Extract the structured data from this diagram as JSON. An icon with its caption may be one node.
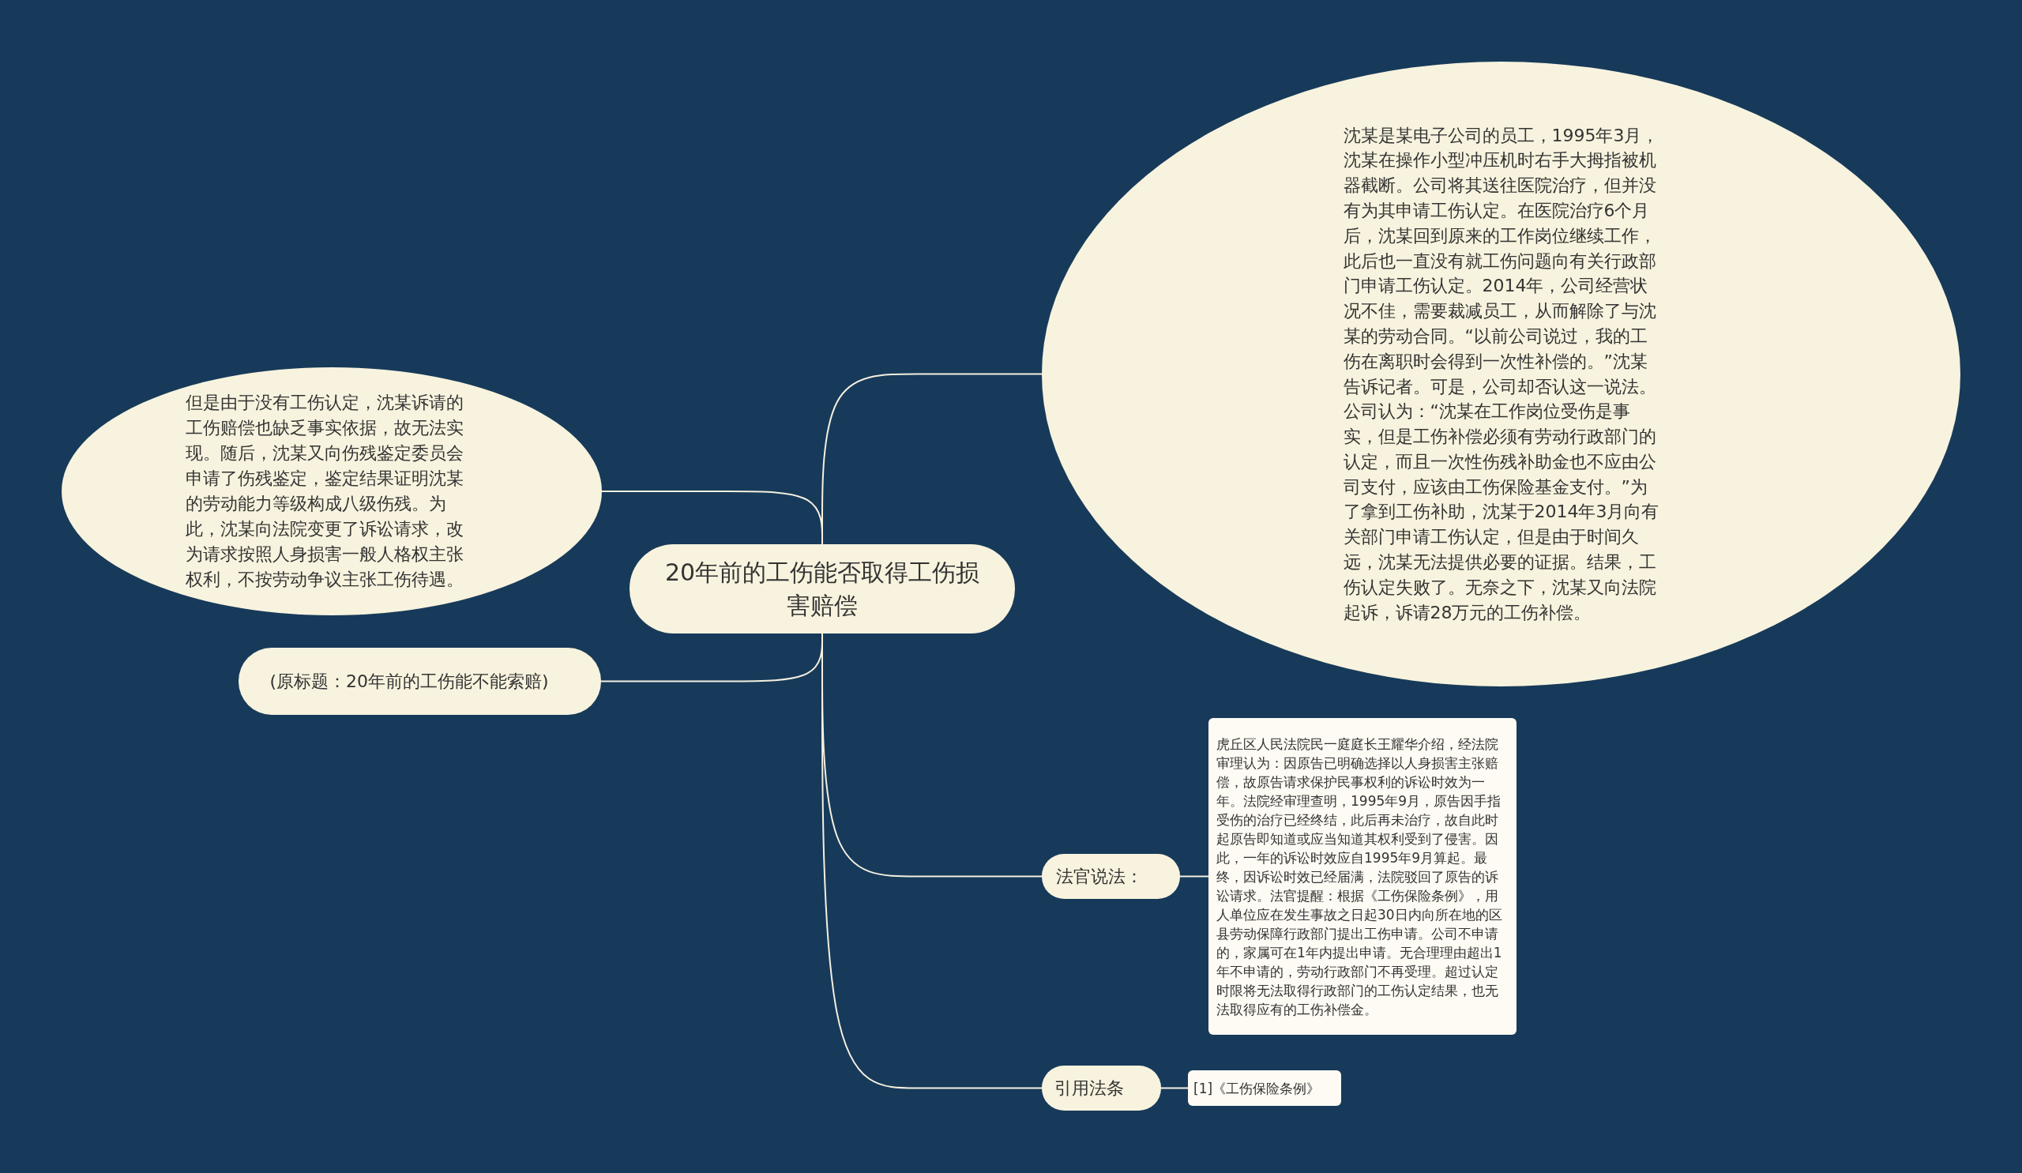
{
  "diagram": {
    "nodes": [
      {
        "text": [
          "20年前的工伤能否取得工伤损害赔偿"
        ]
      },
      {
        "text": [
          "沈某是某电子公司的员工，1995年3月，沈某在操作小型冲压机时右手大拇指被机器截断。公司将其送往医院治疗，但并没有为其申请工伤认定。在医院治疗6个月后，沈某回到原来的工作岗位继续工作，此后也一直没有就工伤问题向有关行政部门申请工伤认定。2014年，公司经营状况不佳，需要裁减员工，从而解除了与沈某的劳动合同。“以前公司说过，我的工伤在离职时会得到一次性补偿的。”沈某告诉记者。可是，公司却否认这一说法。公司认为：“沈某在工作岗位受伤是事实，但是工伤补偿必须有劳动行政部门的认定，而且一次性伤残补助金也不应由公司支付，应该由工伤保险基金支付。”为了拿到工伤补助，沈某于2014年3月向有关部门申请工伤认定，但是由于时间久远，沈某无法提供必要的证据。结果，工伤认定失败了。无奈之下，沈某又向法院起诉，诉请28万元的工伤补偿。"
        ]
      },
      {
        "text": [
          "但是由于没有工伤认定，沈某诉请的工伤赔偿也缺乏事实依据，故无法实现。随后，沈某又向伤残鉴定委员会申请了伤残鉴定，鉴定结果证明沈某的劳动能力等级构成八级伤残。为此，沈某向法院变更了诉讼请求，改为请求按照人身损害一般人格权主张权利，不按劳动争议主张工伤待遇。"
        ]
      },
      {
        "text": [
          "(原标题：20年前的工伤能不能索赔)"
        ]
      },
      {
        "text": [
          "法官说法："
        ]
      },
      {
        "text": [
          "虎丘区人民法院民一庭庭长王耀华介绍，经法院审理认为：因原告已明确选择以人身损害主张赔偿，故原告请求保护民事权利的诉讼时效为一年。法院经审理查明，1995年9月，原告因手指受伤的治疗已经终结，此后再未治疗，故自此时起原告即知道或应当知道其权利受到了侵害。因此，一年的诉讼时效应自1995年9月算起。最终，因诉讼时效已经届满，法院驳回了原告的诉讼请求。法官提醒：根据《工伤保险条例》，用人单位应在发生事故之日起30日内向所在地的区县劳动保障行政部门提出工伤申请。公司不申请的，家属可在1年内提出申请。无合理理由超出1年不申请的，劳动行政部门不再受理。超过认定时限将无法取得行政部门的工伤认定结果，也无法取得应有的工伤补偿金。"
        ]
      },
      {
        "text": [
          "引用法条"
        ]
      },
      {
        "text": [
          "[1]《工伤保险条例》"
        ]
      }
    ],
    "edges": [
      {
        "from": 0,
        "to": 1,
        "arrow": "none"
      },
      {
        "from": 0,
        "to": 2,
        "arrow": "none"
      },
      {
        "from": 0,
        "to": 3,
        "arrow": "none"
      },
      {
        "from": 0,
        "to": 4,
        "arrow": "none"
      },
      {
        "from": 4,
        "to": 5,
        "arrow": "none"
      },
      {
        "from": 0,
        "to": 6,
        "arrow": "none"
      },
      {
        "from": 6,
        "to": 7,
        "arrow": "none"
      }
    ]
  }
}
